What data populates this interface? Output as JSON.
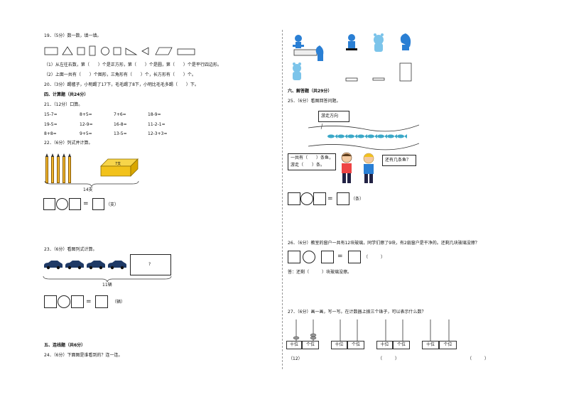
{
  "q19": {
    "title": "19．（5分）数一数，填一填。",
    "line1": "（1）从左往右数，第（　　）个是正方形，第（　　）个是圆，第（　　）个是平行四边形。",
    "line2": "（2）上面一共有（　　）个图形，三角形有（　　）个，长方形有（　　）个。"
  },
  "q20": {
    "text": "20．（3分）踢毽子，小明踢了17下，毛毛踢了8下，小明比毛毛多踢（　　）下。"
  },
  "section4": {
    "title": "四、计算题（共24分）"
  },
  "q21": {
    "title": "21．（12分）口算。",
    "rows": [
      [
        "15-7=",
        "8+5=",
        "7+6=",
        "18-9="
      ],
      [
        "19-5=",
        "12-9=",
        "16-8=",
        "11-2-1="
      ],
      [
        "8+8=",
        "9+5=",
        "13-5=",
        "12-3+3="
      ]
    ]
  },
  "q22": {
    "title": "22．（6分）列式并计算。",
    "box_label": "7支",
    "total_label": "14支",
    "unit": "（支）"
  },
  "q23": {
    "title": "23．（6分）看图列式计算。",
    "box_label": "?",
    "total_label": "11辆",
    "unit": "（辆）"
  },
  "section5": {
    "title": "五、连线题（共6分）"
  },
  "q24": {
    "title": "24．（6分）下面图是谁看到的？连一连。"
  },
  "section6": {
    "title": "六、解答题（共29分）"
  },
  "q25": {
    "title": "25．（6分）看图回答问题。",
    "sign": "游走方向",
    "bubble_left_1": "一共有（　　）条鱼，",
    "bubble_left_2": "游走（　　）条。",
    "bubble_right": "还有几条鱼？",
    "unit": "（条）"
  },
  "q26": {
    "title": "26．（6分）教室的窗户一共有12块玻璃，同学们擦了9块，有2扇窗户是干净的。还剩几块玻璃没擦？",
    "answer_paren": "（　　　）",
    "answer_text": "答：还剩（　　　）块玻璃没擦。"
  },
  "q27": {
    "title": "27．（6分）画一画，写一写。在计数器上拨三个珠子，可以表示什么数？",
    "tens": "十位",
    "ones": "个位",
    "answers": [
      "（12）",
      "（　　　）",
      "（　　　）"
    ]
  },
  "colors": {
    "fish": "#3aa8c8",
    "car": "#1f3a66",
    "pencil": "#f0b429",
    "block": "#f2c21b",
    "accent_blue": "#2a7fd4"
  }
}
